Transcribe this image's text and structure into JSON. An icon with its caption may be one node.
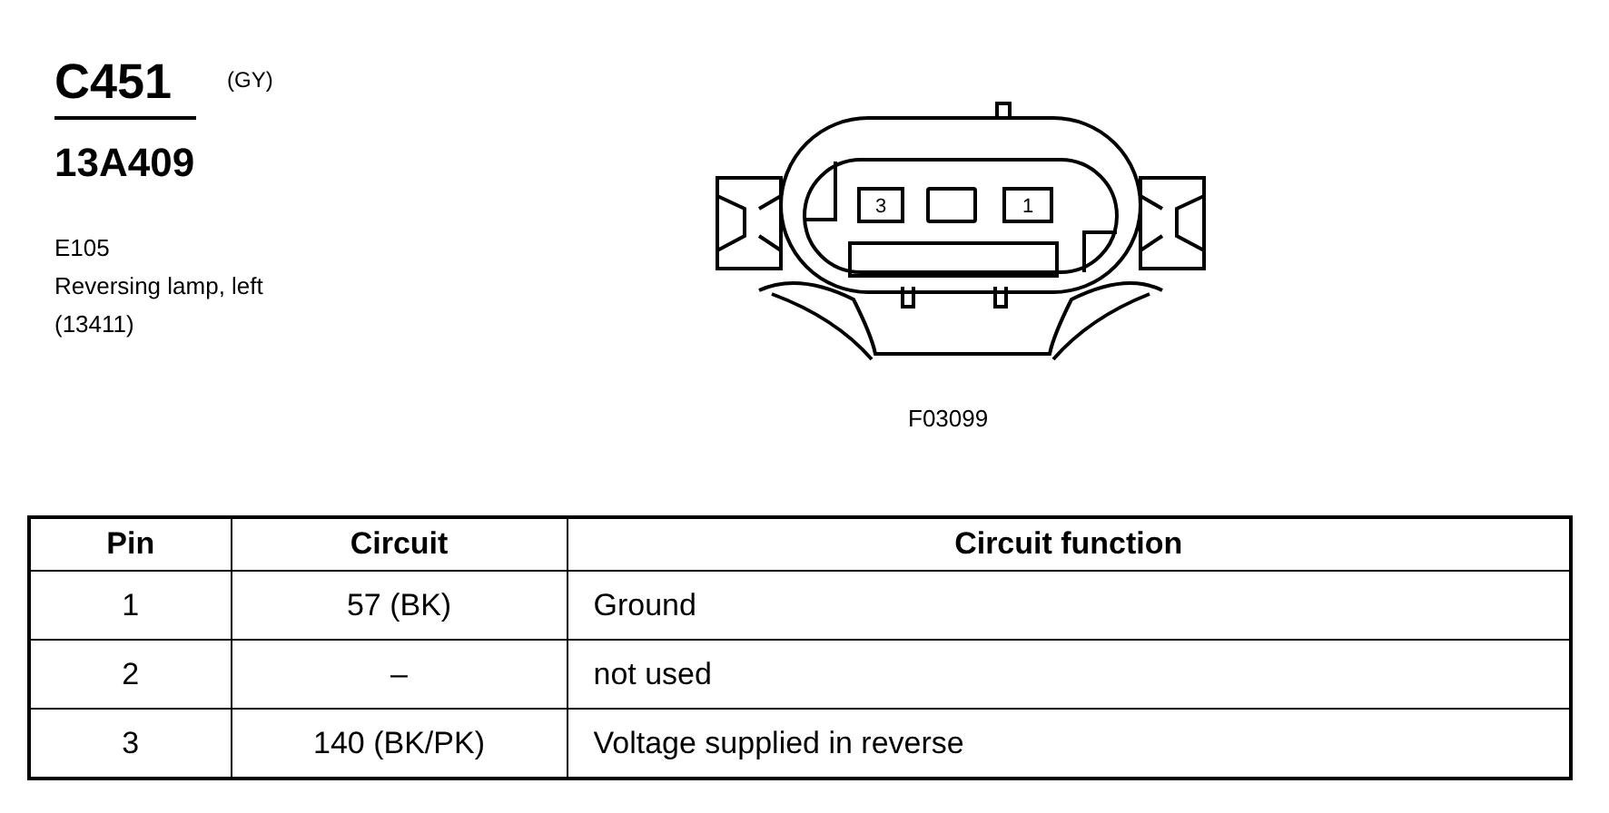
{
  "diagram": {
    "nodes": [
      {
        "text": [
          "3"
        ]
      },
      {
        "text": [],
        "shape": "box"
      },
      {
        "text": [
          "1"
        ]
      }
    ],
    "labels": [
      "C451",
      "(GY)",
      "13A409",
      "E105",
      "Reversing lamp, left",
      "(13411)",
      "F03099",
      "Pin",
      "Circuit",
      "Circuit function",
      "1",
      "57 (BK)",
      "Ground",
      "2",
      "–",
      "not used",
      "3",
      "140 (BK/PK)",
      "Voltage supplied in reverse"
    ]
  }
}
